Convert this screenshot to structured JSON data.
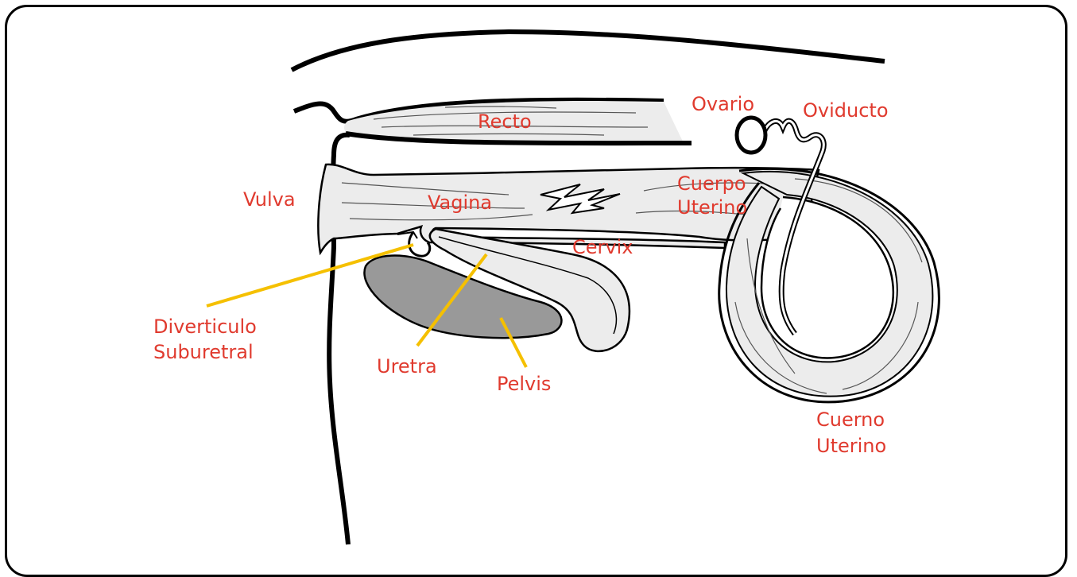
{
  "colors": {
    "label": "#e03a2e",
    "leader": "#f5c000",
    "tissue_fill": "#ececec",
    "pelvis_fill": "#999999",
    "outline": "#000000"
  },
  "labels": {
    "recto": "Recto",
    "ovario": "Ovario",
    "oviducto": "Oviducto",
    "vulva": "Vulva",
    "vagina": "Vagina",
    "cuerpo_uterino_line1": "Cuerpo",
    "cuerpo_uterino_line2": "Uterino",
    "cervix": "Cervix",
    "diverticulo_line1": "Diverticulo",
    "diverticulo_line2": "Suburetral",
    "uretra": "Uretra",
    "pelvis": "Pelvis",
    "cuerno_uterino_line1": "Cuerno",
    "cuerno_uterino_line2": "Uterino"
  }
}
